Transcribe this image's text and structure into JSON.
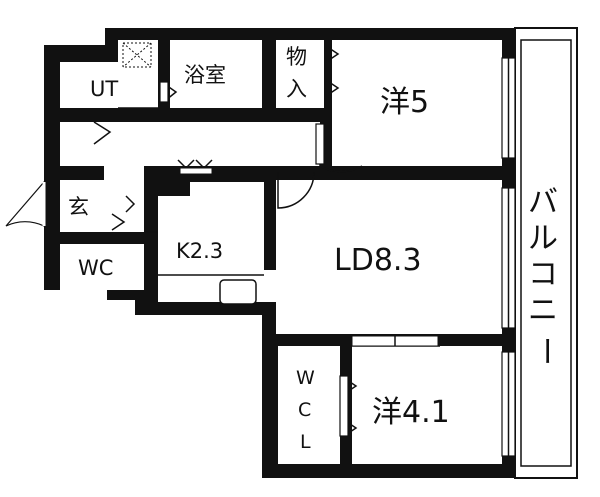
{
  "rooms": {
    "ut": "UT",
    "bath": "浴室",
    "storage_top": "物",
    "storage_bottom": "入",
    "western5": "洋5",
    "entrance": "玄",
    "wc": "WC",
    "kitchen": "K2.3",
    "ld": "LD8.3",
    "wcl_w": "W",
    "wcl_c": "C",
    "wcl_l": "L",
    "western41": "洋4.1",
    "balcony_chars": [
      "バ",
      "ル",
      "コ",
      "ニ",
      "ー"
    ]
  }
}
